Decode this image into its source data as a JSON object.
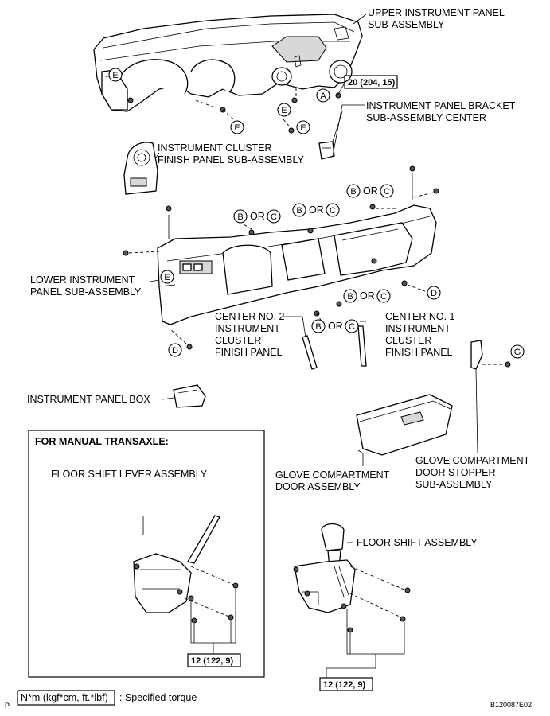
{
  "labels": {
    "upper_panel_1": "UPPER INSTRUMENT PANEL",
    "upper_panel_2": "SUB-ASSEMBLY",
    "torque_upper": "20 (204, 15)",
    "bracket_1": "INSTRUMENT PANEL BRACKET",
    "bracket_2": "SUB-ASSEMBLY CENTER",
    "cluster_finish_1": "INSTRUMENT CLUSTER",
    "cluster_finish_2": "FINISH PANEL SUB-ASSEMBLY",
    "lower_panel_1": "LOWER INSTRUMENT",
    "lower_panel_2": "PANEL SUB-ASSEMBLY",
    "center2_1": "CENTER NO. 2",
    "center2_2": "INSTRUMENT",
    "center2_3": "CLUSTER",
    "center2_4": "FINISH PANEL",
    "center1_1": "CENTER NO. 1",
    "center1_2": "INSTRUMENT",
    "center1_3": "CLUSTER",
    "center1_4": "FINISH PANEL",
    "panel_box": "INSTRUMENT PANEL BOX",
    "manual_title": "FOR MANUAL TRANSAXLE:",
    "floor_lever": "FLOOR SHIFT LEVER ASSEMBLY",
    "glove_door_1": "GLOVE COMPARTMENT",
    "glove_door_2": "DOOR ASSEMBLY",
    "glove_stopper_1": "GLOVE COMPARTMENT",
    "glove_stopper_2": "DOOR STOPPER",
    "glove_stopper_3": "SUB-ASSEMBLY",
    "floor_shift": "FLOOR SHIFT ASSEMBLY",
    "torque_manual": "12 (122, 9)",
    "torque_auto": "12 (122, 9)",
    "legend_box": "N*m (kgf*cm, ft.*lbf)",
    "legend_desc": ": Specified torque",
    "corner_mark": "P",
    "figure_id": "B120087E02"
  },
  "callouts": {
    "A": "A",
    "B": "B",
    "C": "C",
    "D": "D",
    "E": "E",
    "G": "G",
    "or": "OR"
  }
}
